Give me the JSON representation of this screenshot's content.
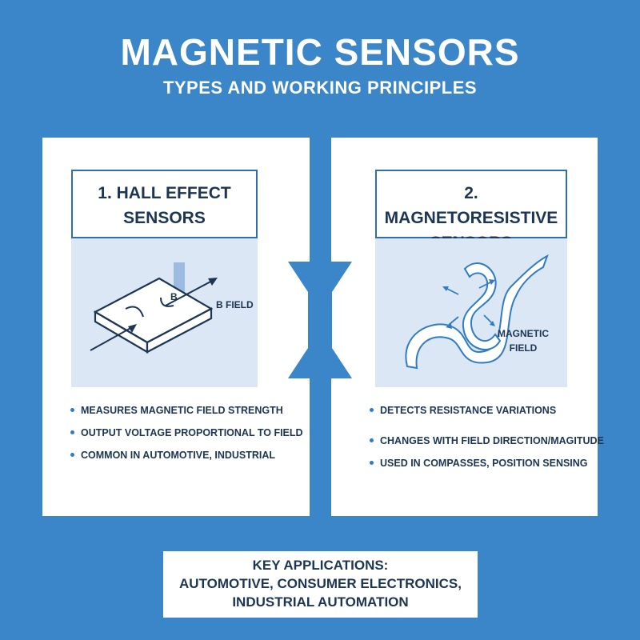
{
  "header": {
    "title": "MAGNETIC SENSORS",
    "subtitle": "TYPES AND WORKING PRINCIPLES"
  },
  "left_panel": {
    "heading_line1": "1. HALL EFFECT",
    "heading_line2": "SENSORS",
    "illus_letter": "B",
    "illus_label": "B FIELD",
    "bullets": [
      "MEASURES MAGNETIC FIELD STRENGTH",
      "OUTPUT VOLTAGE PROPORTIONAL TO FIELD",
      "COMMON IN AUTOMOTIVE, INDUSTRIAL"
    ]
  },
  "right_panel": {
    "heading_line1": "2. MAGNETORESISTIVE",
    "heading_line2": "SENSORS",
    "illus_label_line1": "MAGNETIC",
    "illus_label_line2": "FIELD",
    "bullets": [
      "DETECTS RESISTANCE VARIATIONS",
      "CHANGES WITH FIELD DIRECTION/MAGITUDE",
      "USED IN COMPASSES, POSITION SENSING"
    ]
  },
  "key_applications": {
    "line1": "KEY APPLICATIONS:",
    "line2": "AUTOMOTIVE, CONSUMER ELECTRONICS,",
    "line3": "INDUSTRIAL AUTOMATION"
  },
  "colors": {
    "background": "#3a86c8",
    "panel": "#ffffff",
    "accent_border": "#2f6fae",
    "illustration_fill": "#dbe7f5",
    "text_dark": "#1c3553"
  }
}
